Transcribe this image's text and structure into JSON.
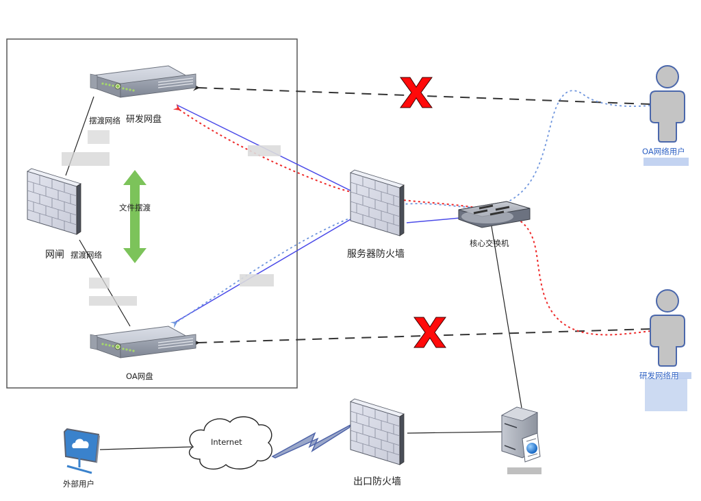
{
  "diagram": {
    "isolation_zone": {
      "nodes": {
        "rd_disk": {
          "label": "研发网盘",
          "icon": "server-rack-icon"
        },
        "oa_disk": {
          "label": "OA网盘",
          "icon": "server-rack-icon"
        },
        "gateway": {
          "label": "网闸",
          "icon": "firewall-wall-icon"
        }
      },
      "ferry_label_top": "摆渡网络",
      "ferry_label_bottom": "摆渡网络",
      "transfer_arrow_label": "文件摆渡"
    },
    "nodes": {
      "server_firewall": {
        "label": "服务器防火墙",
        "icon": "firewall-wall-icon"
      },
      "core_switch": {
        "label": "核心交换机",
        "icon": "switch-icon"
      },
      "oa_user": {
        "label": "OA网络用户",
        "icon": "user-icon"
      },
      "rd_user": {
        "label": "研发网络用",
        "icon": "user-icon"
      },
      "internet": {
        "label": "Internet",
        "icon": "cloud-icon"
      },
      "external_user": {
        "label": "外部用户",
        "icon": "monitor-icon"
      },
      "egress_firewall": {
        "label": "出口防火墙",
        "icon": "firewall-wall-icon"
      },
      "server": {
        "label": "",
        "icon": "server-tower-icon"
      }
    },
    "blocked_marks": [
      {
        "between": "oa_user -> rd_disk",
        "icon": "red-x-icon"
      },
      {
        "between": "rd_user -> oa_disk",
        "icon": "red-x-icon"
      }
    ],
    "colors": {
      "red_path": "#ee2a2a",
      "blue_path": "#6e95dd",
      "solid_blue": "#4a4ae8",
      "dashed_black": "#333333",
      "user_fill": "#c4c4c4",
      "user_stroke": "#4a67ab",
      "transfer_arrow": "#7cc35a",
      "x_mark": "#ff0000",
      "box_border": "#555555"
    }
  }
}
